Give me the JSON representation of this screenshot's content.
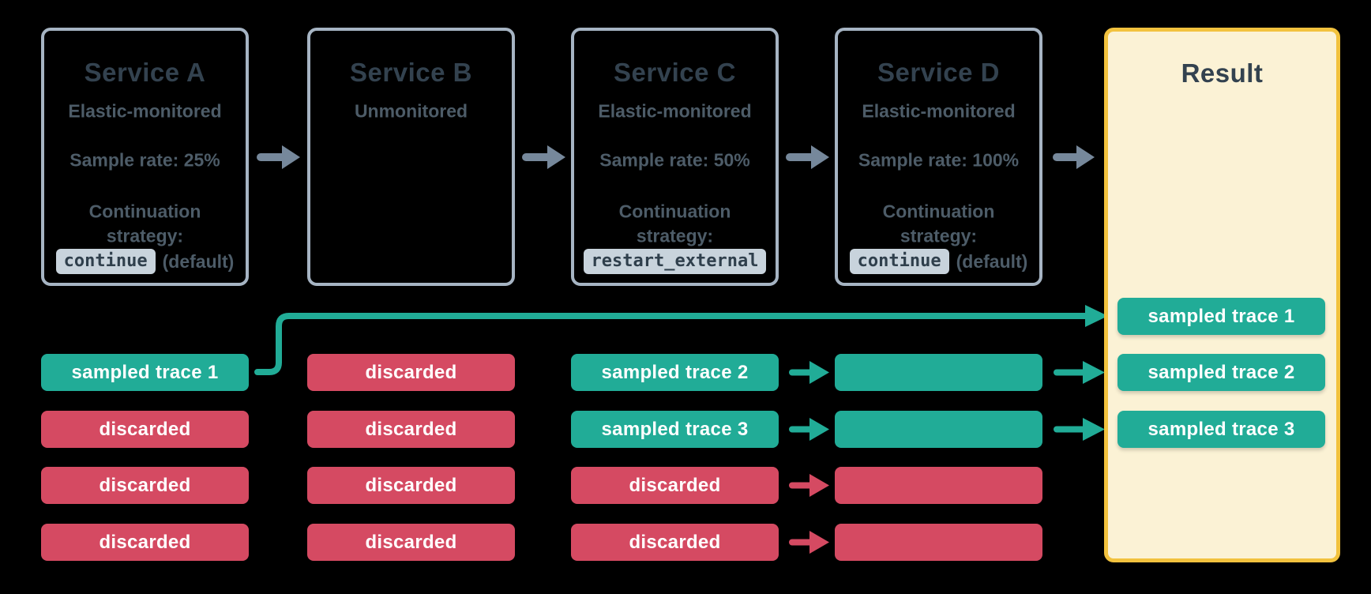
{
  "services": [
    {
      "title": "Service A",
      "monitoring": "Elastic-monitored",
      "sample_rate": "Sample rate: 25%",
      "continuation_line1": "Continuation",
      "continuation_line2": "strategy:",
      "strategy_code": "continue",
      "strategy_note": "(default)"
    },
    {
      "title": "Service B",
      "monitoring": "Unmonitored"
    },
    {
      "title": "Service C",
      "monitoring": "Elastic-monitored",
      "sample_rate": "Sample rate: 50%",
      "continuation_line1": "Continuation",
      "continuation_line2": "strategy:",
      "strategy_code": "restart_external"
    },
    {
      "title": "Service D",
      "monitoring": "Elastic-monitored",
      "sample_rate": "Sample rate: 100%",
      "continuation_line1": "Continuation",
      "continuation_line2": "strategy:",
      "strategy_code": "continue",
      "strategy_note": "(default)"
    }
  ],
  "result": {
    "title": "Result",
    "pills": [
      "sampled trace 1",
      "sampled trace 2",
      "sampled trace 3"
    ]
  },
  "trace_columns": [
    {
      "service": "Service A",
      "pills": [
        {
          "label": "sampled trace 1",
          "status": "sampled"
        },
        {
          "label": "discarded",
          "status": "discarded"
        },
        {
          "label": "discarded",
          "status": "discarded"
        },
        {
          "label": "discarded",
          "status": "discarded"
        }
      ]
    },
    {
      "service": "Service B",
      "pills": [
        {
          "label": "discarded",
          "status": "discarded"
        },
        {
          "label": "discarded",
          "status": "discarded"
        },
        {
          "label": "discarded",
          "status": "discarded"
        },
        {
          "label": "discarded",
          "status": "discarded"
        }
      ]
    },
    {
      "service": "Service C",
      "pills": [
        {
          "label": "sampled trace 2",
          "status": "sampled"
        },
        {
          "label": "sampled trace 3",
          "status": "sampled"
        },
        {
          "label": "discarded",
          "status": "discarded"
        },
        {
          "label": "discarded",
          "status": "discarded"
        }
      ]
    },
    {
      "service": "Service D",
      "pills": [
        {
          "label": "",
          "status": "sampled"
        },
        {
          "label": "",
          "status": "sampled"
        },
        {
          "label": "",
          "status": "discarded"
        },
        {
          "label": "",
          "status": "discarded"
        }
      ]
    }
  ],
  "colors": {
    "background": "#000000",
    "frame_border": "#CFD9E4",
    "box_border": "#A6B4C3",
    "text_dark": "#33424F",
    "text_body": "#4D5C68",
    "code_badge_bg": "#C8D3DC",
    "badge_text": "#2F3F4C",
    "sampled_teal": "#21AC97",
    "discarded_red": "#D54A62",
    "arrow_gray": "#76889B",
    "result_fill": "#FBF2D5",
    "result_border": "#F2C23E"
  }
}
